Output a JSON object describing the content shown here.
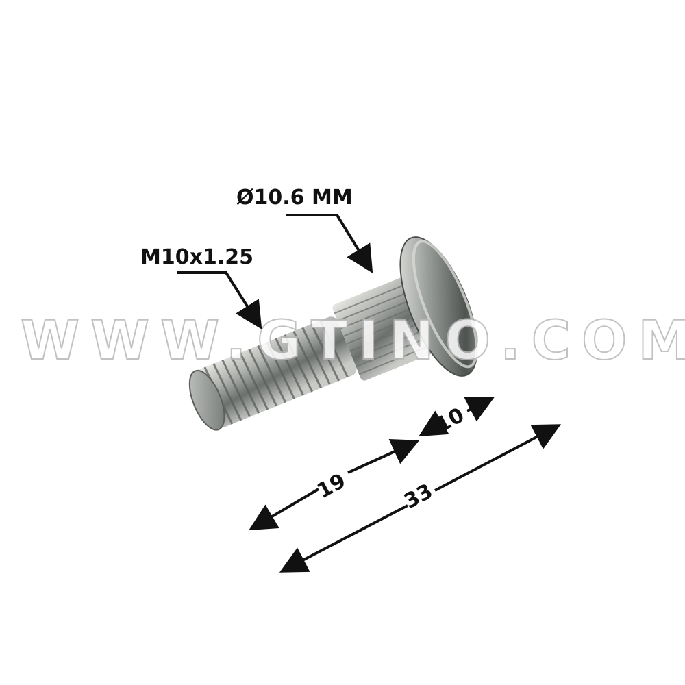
{
  "watermark": "WWW.GTINO.COM",
  "callouts": {
    "shank_diameter": "Ø10.6 MM",
    "thread_spec": "M10x1.25"
  },
  "dimensions": {
    "thread_length": "19",
    "knurl_length": "10",
    "total_length": "33"
  },
  "colors": {
    "metal_light": "#dcdcd8",
    "metal_dark": "#5e625f",
    "line": "#111111"
  }
}
